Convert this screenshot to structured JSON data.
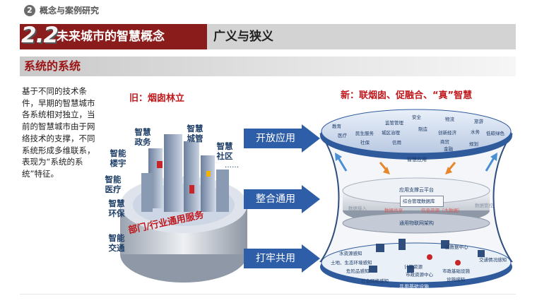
{
  "header": {
    "section_number": "2",
    "section_title": "概念与案例研究",
    "chapter_number": "2.2",
    "chapter_title": "未来城市的智慧概念",
    "chapter_subtitle": "广义与狭义"
  },
  "section": {
    "title": "系统的系统",
    "body": "基于不同的技术条件，早期的智慧城市各系统相对独立，当前的智慧城市由于网络技术的支撑，不同系统形成多维联系，表现为“系统的系统”特征。"
  },
  "old": {
    "caption": "旧：烟囱林立",
    "labels": [
      "智慧政务",
      "智慧城管",
      "智慧社区",
      "智能楼宇",
      "智能医疗",
      "智慧环保",
      "智能交通"
    ],
    "ellipsis": "……",
    "base_text": "部门/行业通用服务"
  },
  "arrows": [
    "开放应用",
    "整合通用",
    "打牢共用"
  ],
  "new": {
    "caption": "新：联烟囱、促融合、“真”智慧",
    "top_layer": {
      "items": [
        "教育",
        "医疗",
        "民生服务",
        "社保",
        "监管管理",
        "城区治理",
        "信用",
        "安全",
        "制造",
        "物流",
        "创新经济",
        "商贸",
        "金融",
        "旅游",
        "水务",
        "低碳绿色",
        "规划"
      ],
      "label": "智慧应用"
    },
    "middle_layer": {
      "platform": "应用支撑云平台",
      "core": "综合管理数据库",
      "left": "数据接入",
      "right": "数据管控",
      "sub_left": "数据共享",
      "sub_mid": "信息资源（大数据）",
      "bottom": "通用物联网架构"
    },
    "bottom_layer": {
      "items": [
        "水资源感知",
        "区数据中心",
        "土地、生态环境感知",
        "交通情况感知",
        "危险品感知",
        "计算资源",
        "市政资源中心",
        "市政基础设施",
        "设施感知",
        "社会网络感知"
      ],
      "label": "共用基础设施"
    }
  },
  "colors": {
    "accent_red": "#8a1c1c",
    "caption_red": "#c0181c",
    "arrow_blue": "#2f5ea8",
    "diagram_blue": "#2f5a9c"
  }
}
